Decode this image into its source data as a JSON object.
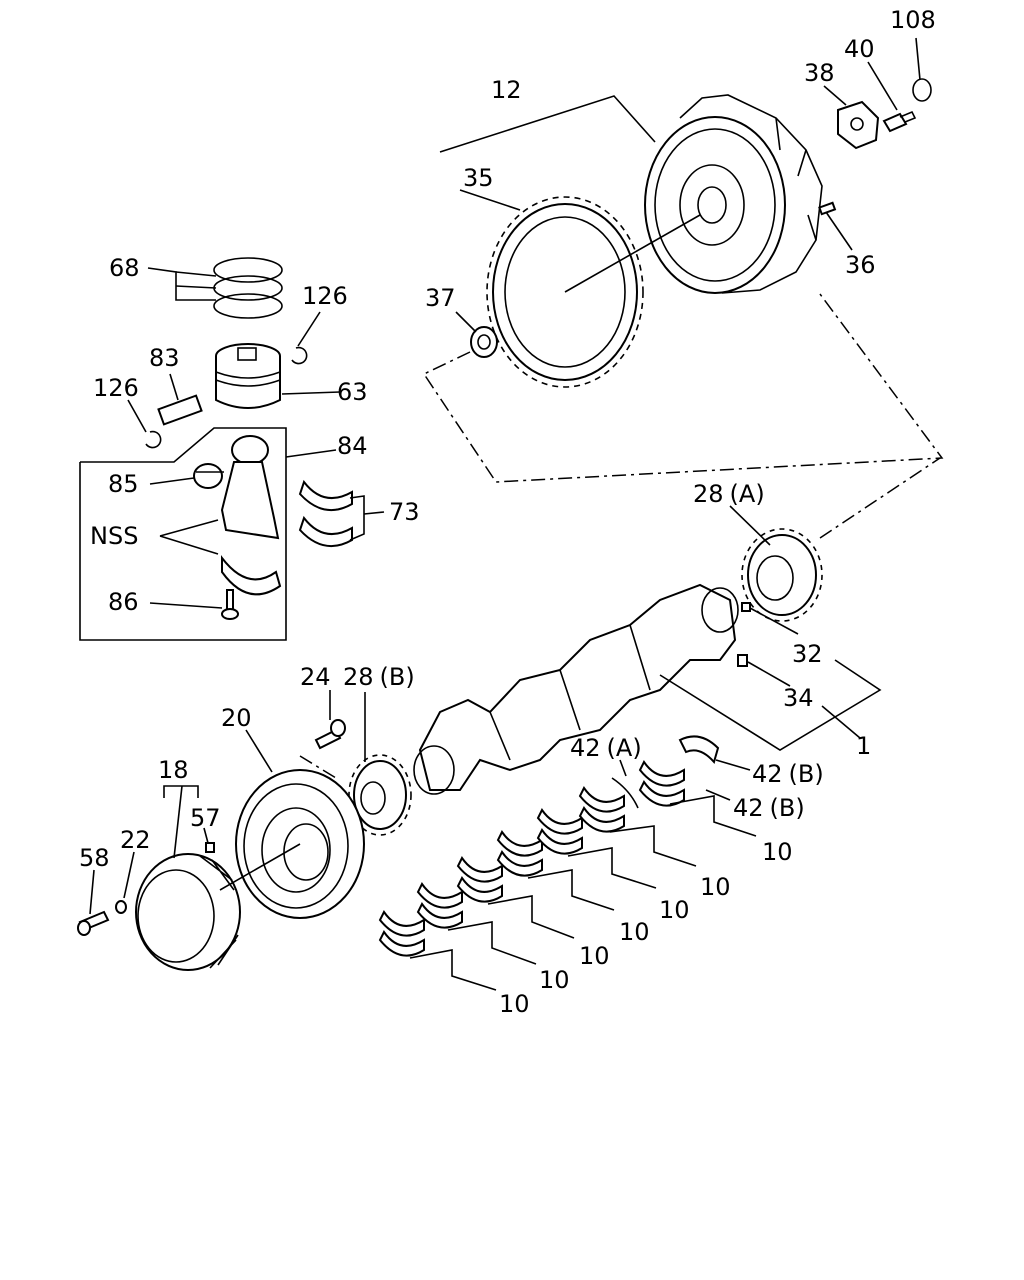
{
  "labels": {
    "p108": "108",
    "p40": "40",
    "p38": "38",
    "p12": "12",
    "p35": "35",
    "p36": "36",
    "p37": "37",
    "p68": "68",
    "p126a": "126",
    "p83": "83",
    "p63": "63",
    "p126b": "126",
    "p84": "84",
    "p85": "85",
    "p73": "73",
    "nss": "NSS",
    "p86": "86",
    "p28a": "28",
    "p28a_sfx": "(A)",
    "p32": "32",
    "p34": "34",
    "p1": "1",
    "p24": "24",
    "p28b": "28",
    "p28b_sfx": "(B)",
    "p20": "20",
    "p18": "18",
    "p57": "57",
    "p22": "22",
    "p58": "58",
    "p42a": "42",
    "p42a_sfx": "(A)",
    "p42b1": "42",
    "p42b1_sfx": "(B)",
    "p42b2": "42",
    "p42b2_sfx": "(B)",
    "p10_1": "10",
    "p10_2": "10",
    "p10_3": "10",
    "p10_4": "10",
    "p10_5": "10",
    "p10_6": "10",
    "p10_7": "10"
  }
}
